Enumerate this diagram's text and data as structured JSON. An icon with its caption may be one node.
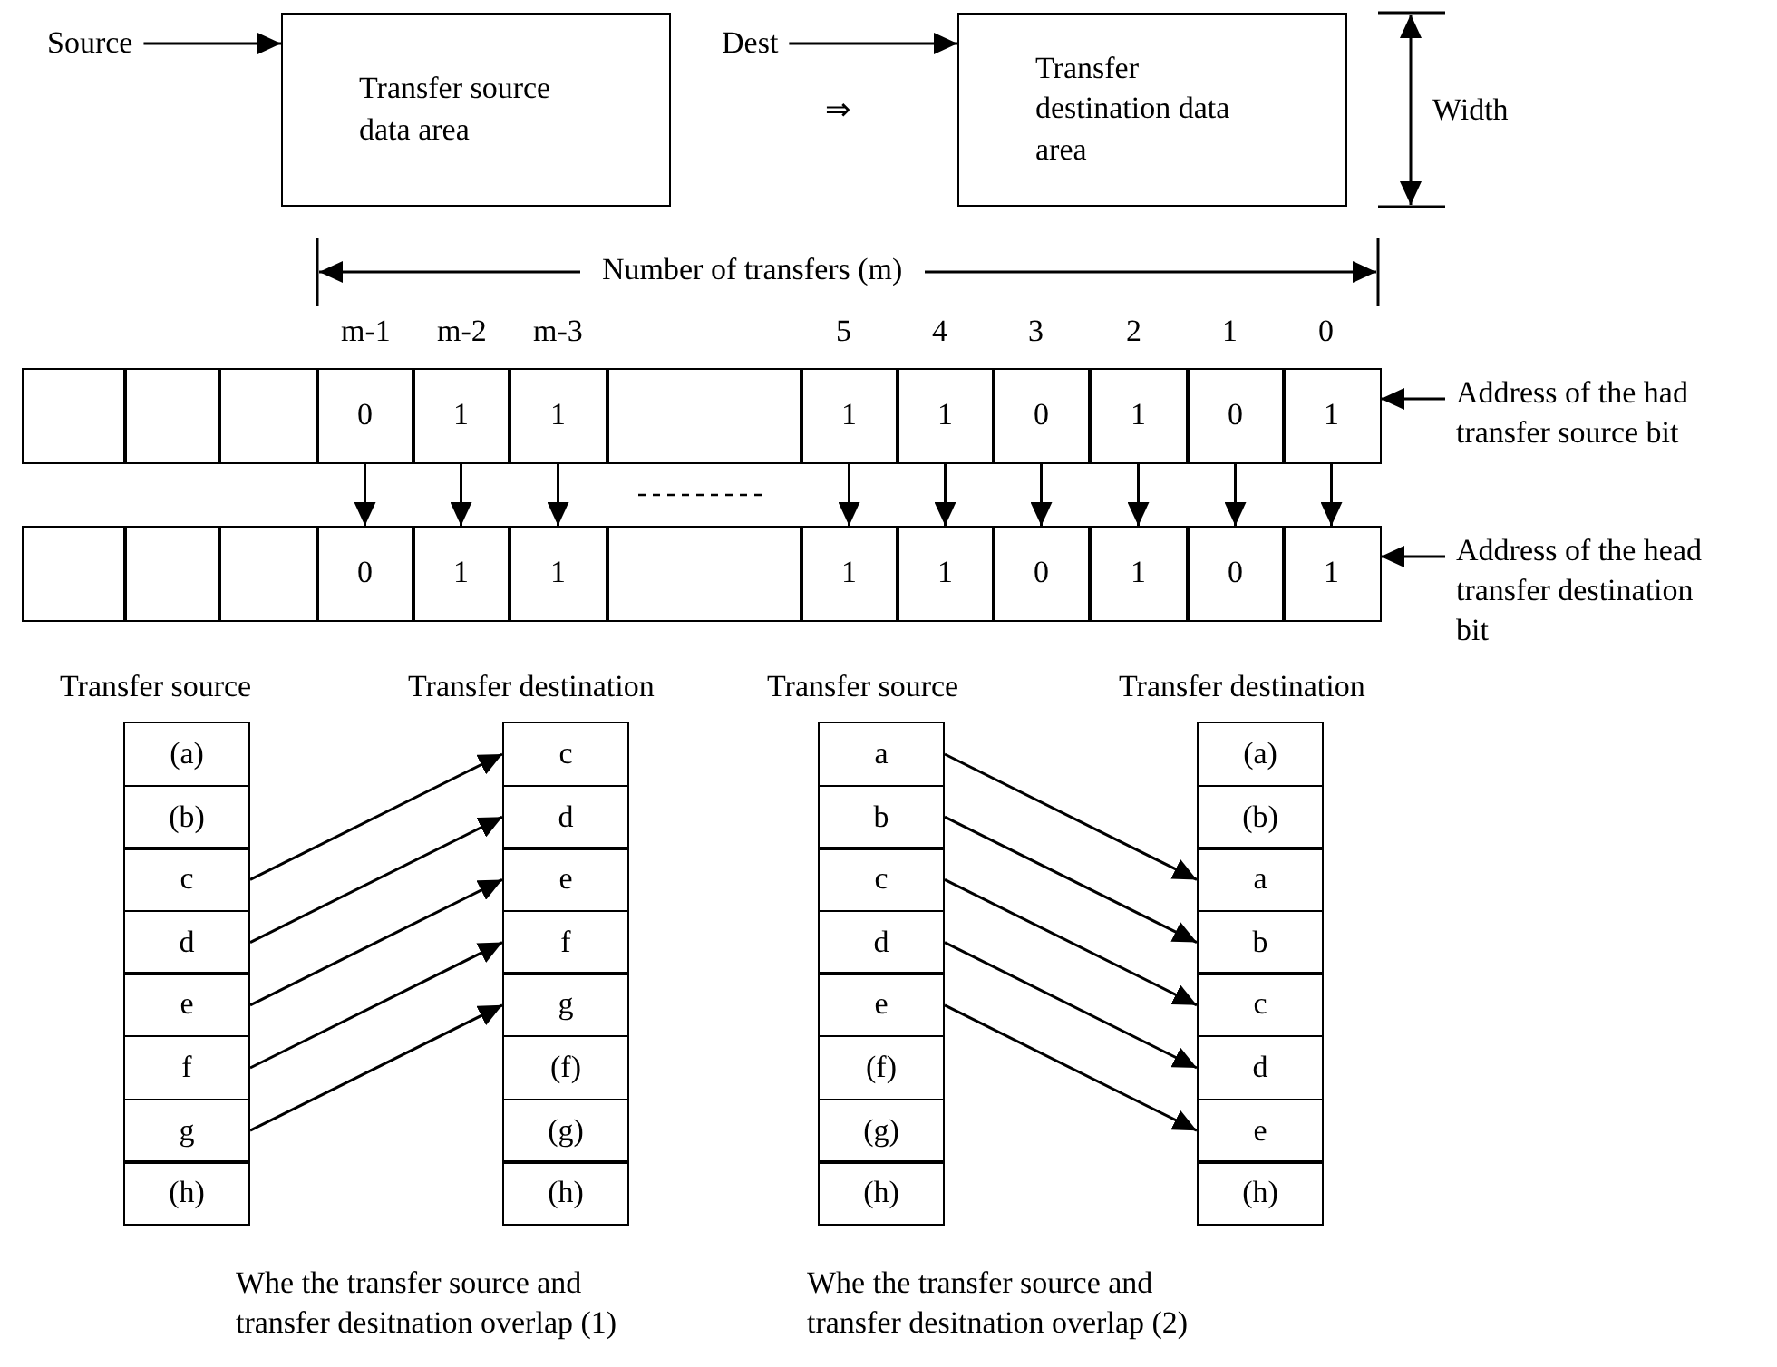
{
  "diagram": {
    "nodes": [
      {
        "text": [
          "Source"
        ]
      },
      {
        "text": [
          "Transfer source data area"
        ]
      },
      {
        "text": [
          "Dest"
        ]
      },
      {
        "text": [
          "Transfer destination data area"
        ]
      },
      {
        "text": [],
        "shape": "box"
      },
      {
        "text": [],
        "shape": "box"
      },
      {
        "text": [],
        "shape": "box"
      },
      {
        "text": [
          "0"
        ]
      },
      {
        "text": [
          "1"
        ]
      },
      {
        "text": [
          "1"
        ]
      },
      {
        "text": [],
        "shape": "box"
      },
      {
        "text": [
          "1"
        ]
      },
      {
        "text": [
          "1"
        ]
      },
      {
        "text": [
          "0"
        ]
      },
      {
        "text": [
          "1"
        ]
      },
      {
        "text": [
          "0"
        ]
      },
      {
        "text": [
          "1"
        ]
      },
      {
        "text": [],
        "shape": "box"
      },
      {
        "text": [],
        "shape": "box"
      },
      {
        "text": [],
        "shape": "box"
      },
      {
        "text": [
          "0"
        ]
      },
      {
        "text": [
          "1"
        ]
      },
      {
        "text": [
          "1"
        ]
      },
      {
        "text": [],
        "shape": "box"
      },
      {
        "text": [
          "1"
        ]
      },
      {
        "text": [
          "1"
        ]
      },
      {
        "text": [
          "0"
        ]
      },
      {
        "text": [
          "1"
        ]
      },
      {
        "text": [
          "0"
        ]
      },
      {
        "text": [
          "1"
        ]
      },
      {
        "text": [
          "Address of the had transfer source bit"
        ]
      },
      {
        "text": [
          "Address of the head transfer destination bit"
        ]
      },
      {
        "text": [
          "(a)"
        ]
      },
      {
        "text": [
          "(b)"
        ]
      },
      {
        "text": [
          "c"
        ]
      },
      {
        "text": [
          "d"
        ]
      },
      {
        "text": [
          "e"
        ]
      },
      {
        "text": [
          "f"
        ]
      },
      {
        "text": [
          "g"
        ]
      },
      {
        "text": [
          "(h)"
        ]
      },
      {
        "text": [
          "c"
        ]
      },
      {
        "text": [
          "d"
        ]
      },
      {
        "text": [
          "e"
        ]
      },
      {
        "text": [
          "f"
        ]
      },
      {
        "text": [
          "g"
        ]
      },
      {
        "text": [
          "(f)"
        ]
      },
      {
        "text": [
          "(g)"
        ]
      },
      {
        "text": [
          "(h)"
        ]
      },
      {
        "text": [
          "a"
        ]
      },
      {
        "text": [
          "b"
        ]
      },
      {
        "text": [
          "c"
        ]
      },
      {
        "text": [
          "d"
        ]
      },
      {
        "text": [
          "e"
        ]
      },
      {
        "text": [
          "(f)"
        ]
      },
      {
        "text": [
          "(g)"
        ]
      },
      {
        "text": [
          "(h)"
        ]
      },
      {
        "text": [
          "(a)"
        ]
      },
      {
        "text": [
          "(b)"
        ]
      },
      {
        "text": [
          "a"
        ]
      },
      {
        "text": [
          "b"
        ]
      },
      {
        "text": [
          "c"
        ]
      },
      {
        "text": [
          "d"
        ]
      },
      {
        "text": [
          "e"
        ]
      },
      {
        "text": [
          "(h)"
        ]
      }
    ],
    "edges": [
      {
        "from": 0,
        "to": 1,
        "arrow": "to"
      },
      {
        "from": 2,
        "to": 3,
        "arrow": "to"
      },
      {
        "from": 7,
        "to": 20,
        "arrow": "to"
      },
      {
        "from": 8,
        "to": 21,
        "arrow": "to"
      },
      {
        "from": 9,
        "to": 22,
        "arrow": "to"
      },
      {
        "from": 11,
        "to": 24,
        "arrow": "to"
      },
      {
        "from": 12,
        "to": 25,
        "arrow": "to"
      },
      {
        "from": 13,
        "to": 26,
        "arrow": "to"
      },
      {
        "from": 14,
        "to": 27,
        "arrow": "to"
      },
      {
        "from": 15,
        "to": 28,
        "arrow": "to"
      },
      {
        "from": 16,
        "to": 29,
        "arrow": "to"
      },
      {
        "from": 30,
        "to": 16,
        "arrow": "to"
      },
      {
        "from": 31,
        "to": 29,
        "arrow": "to"
      },
      {
        "from": 34,
        "to": 40,
        "arrow": "to"
      },
      {
        "from": 35,
        "to": 41,
        "arrow": "to"
      },
      {
        "from": 36,
        "to": 42,
        "arrow": "to"
      },
      {
        "from": 37,
        "to": 43,
        "arrow": "to"
      },
      {
        "from": 38,
        "to": 44,
        "arrow": "to"
      },
      {
        "from": 48,
        "to": 58,
        "arrow": "to"
      },
      {
        "from": 49,
        "to": 59,
        "arrow": "to"
      },
      {
        "from": 50,
        "to": 60,
        "arrow": "to"
      },
      {
        "from": 51,
        "to": 61,
        "arrow": "to"
      },
      {
        "from": 52,
        "to": 62,
        "arrow": "to"
      }
    ],
    "labels": [
      "⇒",
      "Width",
      "Number of transfers (m)",
      "m-1",
      "m-2",
      "m-3",
      "5",
      "4",
      "3",
      "2",
      "1",
      "0",
      "Transfer source",
      "Transfer destination",
      "Transfer source",
      "Transfer destination",
      "Whe the transfer source and transfer desitnation overlap (1)",
      "Whe the transfer source and transfer desitnation overlap (2)"
    ]
  }
}
